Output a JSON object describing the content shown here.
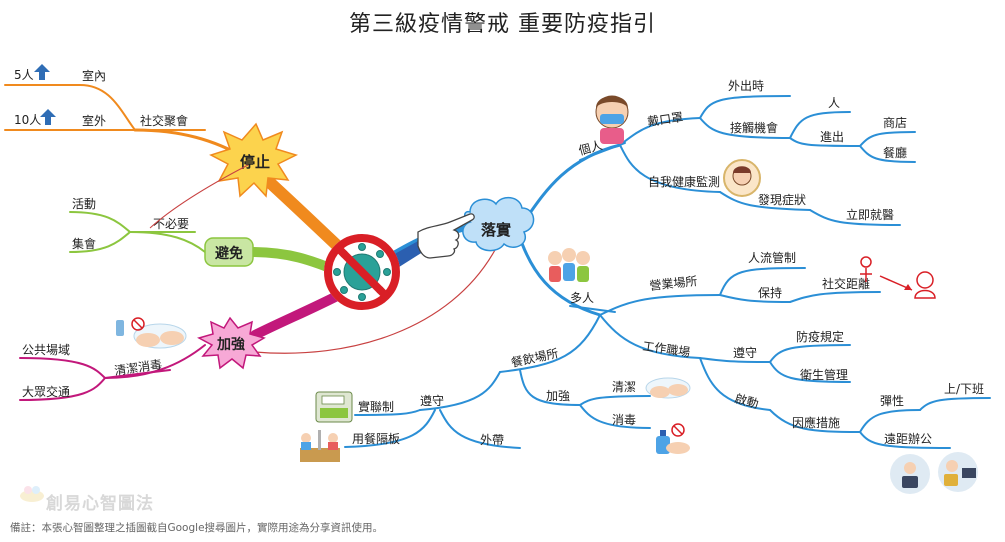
{
  "title": "第三級疫情警戒 重要防疫指引",
  "footer_note": "備註：本張心智圖整理之插圖截自Google搜尋圖片，實際用途為分享資訊使用。",
  "watermark": "創易心智圖法",
  "colors": {
    "stop_branch": "#f08a1e",
    "stop_burst": "#fcd34d",
    "avoid_branch": "#8cc63f",
    "avoid_node": "#c9e6a3",
    "strengthen_branch": "#c2187b",
    "strengthen_burst": "#f7a9d6",
    "implement_branch": "#2b8fd6",
    "implement_cloud": "#bfe0f8",
    "stop_sign": "#d91f26",
    "virus": "#2aa198",
    "up_arrow": "#2f6db5"
  },
  "nodes": {
    "stop": "停止",
    "avoid": "避免",
    "strengthen": "加強",
    "implement": "落實"
  },
  "stop_branch": {
    "social": "社交聚會",
    "indoor": "室內",
    "indoor_limit": "5人",
    "outdoor": "室外",
    "outdoor_limit": "10人"
  },
  "avoid_branch": {
    "unnecessary": "不必要",
    "activities": "活動",
    "gatherings": "集會"
  },
  "strengthen_branch": {
    "clean": "清潔消毒",
    "public_places": "公共場域",
    "transport": "大眾交通"
  },
  "implement_branch": {
    "individual": {
      "label": "個人",
      "mask": "戴口罩",
      "outing": "外出時",
      "contact": "接觸機會",
      "person": "人",
      "in_out": "進出",
      "shop": "商店",
      "restaurant": "餐廳",
      "monitor": "自我健康監測",
      "symptom": "發現症狀",
      "doctor": "立即就醫"
    },
    "group": {
      "label": "多人",
      "business": "營業場所",
      "crowd": "人流管制",
      "keep": "保持",
      "distance": "社交距離",
      "workplace": "工作職場",
      "obey": "遵守",
      "rules": "防疫規定",
      "hygiene": "衛生管理",
      "activate": "啟動",
      "measures": "因應措施",
      "flexible": "彈性",
      "commute": "上/下班",
      "remote": "遠距辦公",
      "dining": "餐飲場所",
      "dining_obey": "遵守",
      "realname": "實聯制",
      "divider": "用餐隔板",
      "takeout": "外帶",
      "dining_strengthen": "加強",
      "dining_clean": "清潔",
      "dining_disinfect": "消毒"
    }
  },
  "icons": {
    "center": "no-virus-icon",
    "pointer": "pointing-hand-icon",
    "masked_person": "masked-person-icon",
    "sick_person": "sick-person-icon",
    "group_people": "group-people-icon",
    "distance": "social-distance-icon",
    "realname_phone": "phone-checkin-icon",
    "divider_table": "dining-divider-icon",
    "clean_hands": "hand-wash-icon",
    "disinfect_spray": "spray-bottle-icon",
    "remote_work": "remote-work-icon"
  }
}
